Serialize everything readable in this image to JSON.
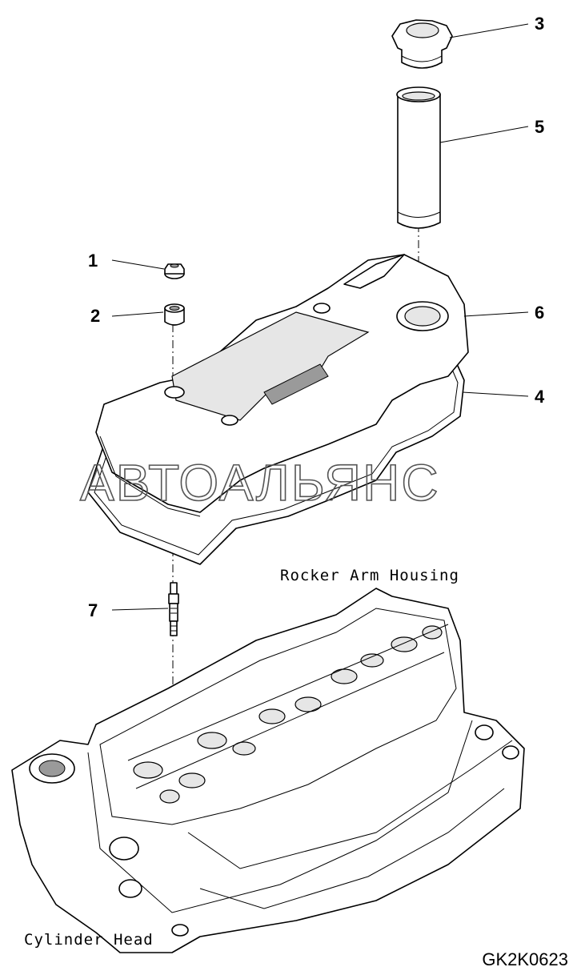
{
  "callouts": [
    {
      "num": "1",
      "part": "cover-nut"
    },
    {
      "num": "2",
      "part": "grommet"
    },
    {
      "num": "3",
      "part": "filler-cap"
    },
    {
      "num": "4",
      "part": "gasket"
    },
    {
      "num": "5",
      "part": "filler-tube"
    },
    {
      "num": "6",
      "part": "rocker-cover"
    },
    {
      "num": "7",
      "part": "stud"
    }
  ],
  "labels": {
    "rocker_arm_housing": "Rocker Arm Housing",
    "cylinder_head": "Cylinder Head"
  },
  "drawing_code": "GK2K0623",
  "watermark": "АВТОАЛЬЯНС",
  "colors": {
    "line": "#000000",
    "background": "#ffffff",
    "shade": "#e6e6e6"
  }
}
